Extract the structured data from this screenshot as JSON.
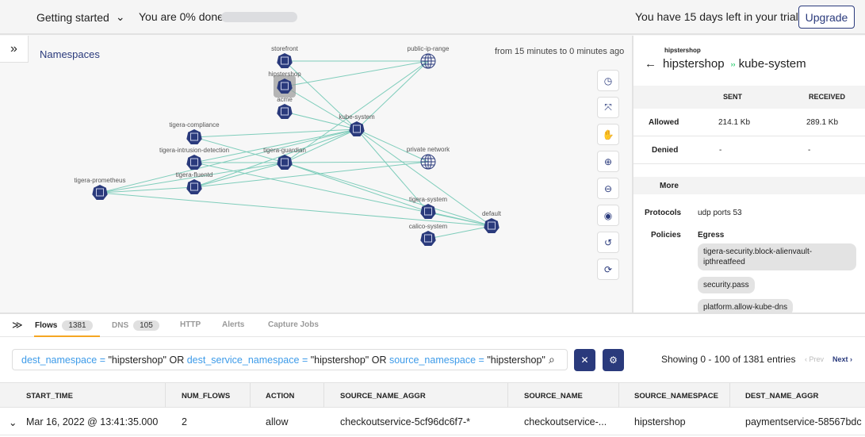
{
  "topbar": {
    "getting_started": "Getting started",
    "progress_text": "You are 0% done",
    "progress_percent": 0,
    "trial_text": "You have 15 days left in your trial",
    "upgrade_label": "Upgrade"
  },
  "graph": {
    "title": "Namespaces",
    "time_range": "from 15 minutes to 0 minutes ago",
    "selected": "hipstershop",
    "nodes": [
      {
        "id": "storefront",
        "label": "storefront",
        "type": "namespace"
      },
      {
        "id": "public-ip-range",
        "label": "public-ip-range",
        "type": "network"
      },
      {
        "id": "hipstershop",
        "label": "hipstershop",
        "type": "namespace"
      },
      {
        "id": "acme",
        "label": "acme",
        "type": "namespace"
      },
      {
        "id": "kube-system",
        "label": "kube-system",
        "type": "namespace"
      },
      {
        "id": "tigera-compliance",
        "label": "tigera-compliance",
        "type": "namespace"
      },
      {
        "id": "tigera-intrusion-detection",
        "label": "tigera-intrusion-detection",
        "type": "namespace"
      },
      {
        "id": "tigera-guardian",
        "label": "tigera-guardian",
        "type": "namespace"
      },
      {
        "id": "private-network",
        "label": "private network",
        "type": "network"
      },
      {
        "id": "tigera-fluentd",
        "label": "tigera-fluentd",
        "type": "namespace"
      },
      {
        "id": "tigera-prometheus",
        "label": "tigera-prometheus",
        "type": "namespace"
      },
      {
        "id": "tigera-system",
        "label": "tigera-system",
        "type": "namespace"
      },
      {
        "id": "default",
        "label": "default",
        "type": "namespace"
      },
      {
        "id": "calico-system",
        "label": "calico-system",
        "type": "namespace"
      }
    ],
    "edges": [
      [
        "storefront",
        "public-ip-range"
      ],
      [
        "storefront",
        "kube-system"
      ],
      [
        "hipstershop",
        "public-ip-range"
      ],
      [
        "hipstershop",
        "kube-system"
      ],
      [
        "acme",
        "kube-system"
      ],
      [
        "tigera-compliance",
        "kube-system"
      ],
      [
        "tigera-compliance",
        "tigera-guardian"
      ],
      [
        "tigera-intrusion-detection",
        "kube-system"
      ],
      [
        "tigera-intrusion-detection",
        "tigera-guardian"
      ],
      [
        "tigera-intrusion-detection",
        "default"
      ],
      [
        "tigera-guardian",
        "kube-system"
      ],
      [
        "tigera-guardian",
        "private-network"
      ],
      [
        "tigera-guardian",
        "default"
      ],
      [
        "tigera-guardian",
        "tigera-system"
      ],
      [
        "tigera-guardian",
        "public-ip-range"
      ],
      [
        "tigera-fluentd",
        "tigera-guardian"
      ],
      [
        "tigera-fluentd",
        "kube-system"
      ],
      [
        "tigera-fluentd",
        "private-network"
      ],
      [
        "tigera-prometheus",
        "tigera-fluentd"
      ],
      [
        "tigera-prometheus",
        "tigera-guardian"
      ],
      [
        "tigera-prometheus",
        "kube-system"
      ],
      [
        "tigera-prometheus",
        "default"
      ],
      [
        "kube-system",
        "private-network"
      ],
      [
        "kube-system",
        "default"
      ],
      [
        "kube-system",
        "tigera-system"
      ],
      [
        "kube-system",
        "public-ip-range"
      ],
      [
        "tigera-system",
        "default"
      ],
      [
        "calico-system",
        "default"
      ]
    ],
    "edge_color": "#7fcdbb",
    "node_color": "#2a3a7c",
    "tools": [
      "clock-icon",
      "fit-icon",
      "pan-icon",
      "zoom-in-icon",
      "zoom-out-icon",
      "eye-icon",
      "undo-icon",
      "refresh-icon"
    ]
  },
  "details": {
    "context": "hipstershop",
    "source": "hipstershop",
    "target": "kube-system",
    "col_sent": "SENT",
    "col_received": "RECEIVED",
    "allowed_label": "Allowed",
    "allowed_sent": "214.1 Kb",
    "allowed_received": "289.1 Kb",
    "denied_label": "Denied",
    "denied_sent": "-",
    "denied_received": "-",
    "more_label": "More",
    "protocols_label": "Protocols",
    "protocols_value": "udp ports 53",
    "policies_label": "Policies",
    "egress_label": "Egress",
    "policies": [
      "tigera-security.block-alienvault-ipthreatfeed",
      "security.pass",
      "platform.allow-kube-dns"
    ]
  },
  "bottom": {
    "tabs": [
      {
        "label": "Flows",
        "count": "1381"
      },
      {
        "label": "DNS",
        "count": "105"
      },
      {
        "label": "HTTP"
      },
      {
        "label": "Alerts"
      },
      {
        "label": "Capture Jobs"
      }
    ],
    "query": {
      "k1": "dest_namespace",
      "v1": "\"hipstershop\"",
      "or1": "OR",
      "k2": "dest_service_namespace",
      "v2": "\"hipstershop\"",
      "or2": "OR",
      "k3": "source_namespace",
      "v3": "\"hipstershop\"",
      "eq": "="
    },
    "showing": "Showing 0 - 100 of 1381 entries",
    "prev": "Prev",
    "next": "Next",
    "columns": [
      "START_TIME",
      "NUM_FLOWS",
      "ACTION",
      "SOURCE_NAME_AGGR",
      "SOURCE_NAME",
      "SOURCE_NAMESPACE",
      "DEST_NAME_AGGR"
    ],
    "rows": [
      [
        "Mar 16, 2022 @ 13:41:35.000",
        "2",
        "allow",
        "checkoutservice-5cf96dc6f7-*",
        "checkoutservice-...",
        "hipstershop",
        "paymentservice-58567bdc"
      ]
    ]
  }
}
